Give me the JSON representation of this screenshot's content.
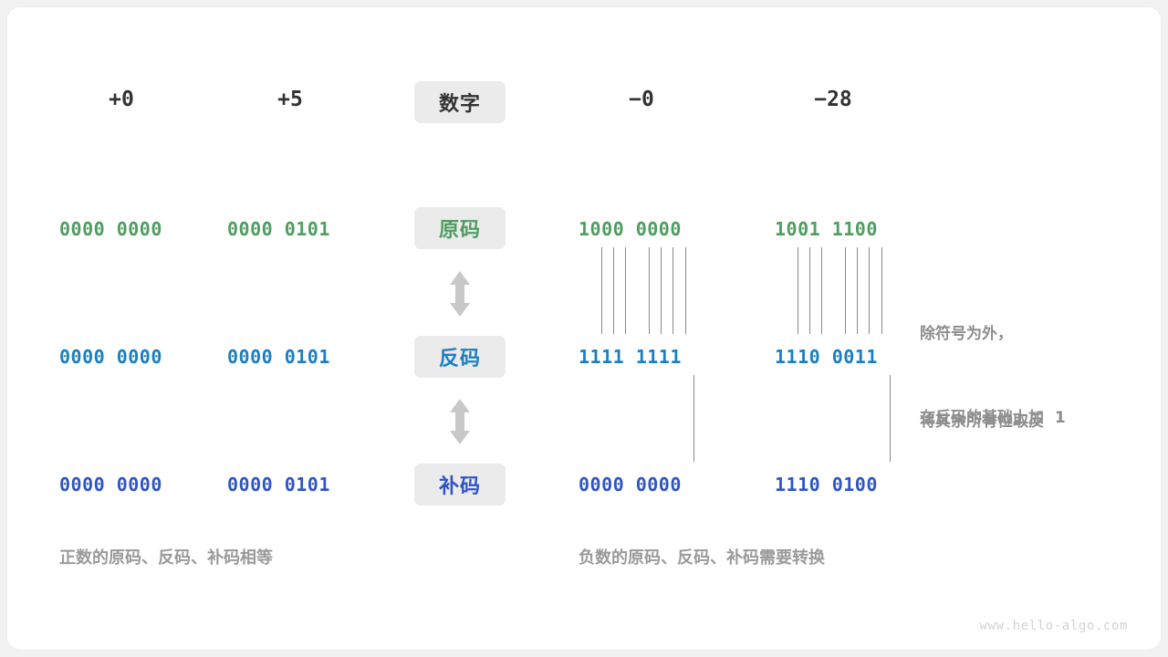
{
  "diagram": {
    "title_row": {
      "label": "数字",
      "columns": [
        {
          "name": "plus-zero",
          "value": "+0"
        },
        {
          "name": "plus-five",
          "value": "+5"
        },
        {
          "name": "minus-zero",
          "value": "−0"
        },
        {
          "name": "minus-twentyeight",
          "value": "−28"
        }
      ]
    },
    "rows": [
      {
        "key": "true-form",
        "label": "原码",
        "color": "#4f9d5f",
        "values": {
          "plus_zero": "0000 0000",
          "plus_five": "0000 0101",
          "minus_zero": "1000 0000",
          "minus_twentyeight": "1001 1100"
        }
      },
      {
        "key": "ones-complement",
        "label": "反码",
        "color": "#1a7fc1",
        "values": {
          "plus_zero": "0000 0000",
          "plus_five": "0000 0101",
          "minus_zero": "1111 1111",
          "minus_twentyeight": "1110 0011"
        }
      },
      {
        "key": "twos-complement",
        "label": "补码",
        "color": "#2f55c5",
        "values": {
          "plus_zero": "0000 0000",
          "plus_five": "0000 0101",
          "minus_zero": "0000 0000",
          "minus_twentyeight": "1110 0100"
        }
      }
    ],
    "notes": {
      "invert_line1": "除符号为外，",
      "invert_line2": "将其余所有位取反",
      "plus_one": "在反码的基础上加  1"
    },
    "captions": {
      "positive": "正数的原码、反码、补码相等",
      "negative": "负数的原码、反码、补码需要转换"
    },
    "watermark": "www.hello-algo.com",
    "colors": {
      "background": "#f2f2f2",
      "card": "#ffffff",
      "badge_bg": "#ebebeb",
      "connector": "#8a8a8a",
      "arrow": "#c8c8c8",
      "note_text": "#8e8e8e",
      "header_text": "#333333"
    }
  }
}
